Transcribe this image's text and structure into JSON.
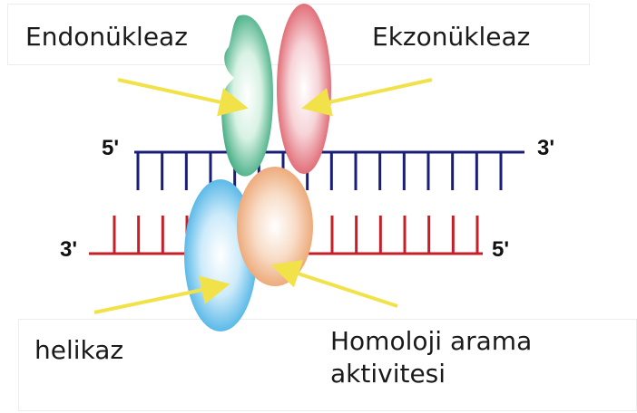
{
  "labels": {
    "endonuclease": "Endonükleaz",
    "exonuclease": "Ekzonükleaz",
    "helicase": "helikaz",
    "homology_line1": "Homoloji arama",
    "homology_line2": "aktivitesi"
  },
  "strands": {
    "top_left_end": "5'",
    "top_right_end": "3'",
    "bottom_left_end": "3'",
    "bottom_right_end": "5'"
  },
  "colors": {
    "top_strand": "#1a1e78",
    "bottom_strand": "#c4202a",
    "arrow": "#f2e24a",
    "endonuclease": "#1e9c6a",
    "exonuclease": "#d9434f",
    "helicase": "#2aa4e0",
    "homology": "#e8955a"
  }
}
